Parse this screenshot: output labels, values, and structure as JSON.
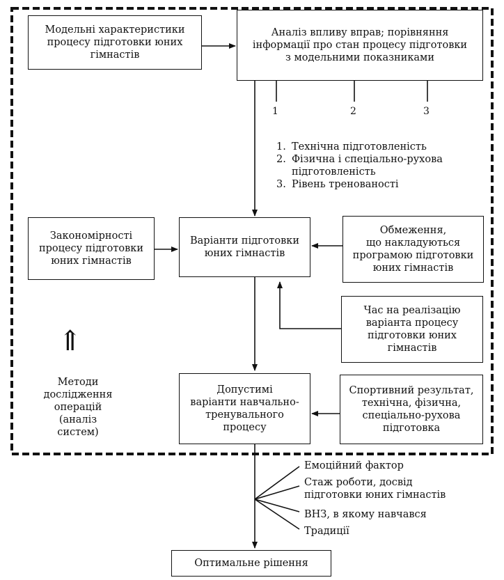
{
  "boxes": {
    "model_characteristics": [
      "Модельні характеристики",
      "процесу підготовки юних",
      "гімнастів"
    ],
    "analysis": [
      "Аналіз впливу вправ; порівняння",
      "інформації про стан процесу підготовки",
      "з модельними показниками"
    ],
    "regularities": [
      "Закономірності",
      "процесу підготовки",
      "юних гімнастів"
    ],
    "variants": [
      "Варіанти підготовки",
      "юних гімнастів"
    ],
    "restrictions": [
      "Обмеження,",
      "що накладуються",
      "програмою підготовки",
      "юних гімнастів"
    ],
    "time": [
      "Час на реалізацію",
      "варіанта процесу",
      "підготовки юних",
      "гімнастів"
    ],
    "admissible": [
      "Допустимі",
      "варіанти навчально-",
      "тренувального",
      "процесу"
    ],
    "sport_result": [
      "Спортивний результат,",
      "технічна, фізична,",
      "спеціально-рухова",
      "підготовка"
    ],
    "optimal": [
      "Оптимальне рішення"
    ]
  },
  "branch_numbers": [
    "1",
    "2",
    "3"
  ],
  "legend_list": [
    {
      "n": "1.",
      "lines": [
        "Технічна підготовленість"
      ]
    },
    {
      "n": "2.",
      "lines": [
        "Фізична і спеціально-рухова",
        "підготовленість"
      ]
    },
    {
      "n": "3.",
      "lines": [
        "Рівень тренованості"
      ]
    }
  ],
  "methods": [
    "Методи",
    "дослідження",
    "операцій",
    "(аналіз",
    "систем)"
  ],
  "up_arrow_symbol": "⇑",
  "factors": [
    [
      "Емоційний фактор"
    ],
    [
      "Стаж роботи, досвід",
      "підготовки юних гімнастів"
    ],
    [
      "ВНЗ, в якому навчався"
    ],
    [
      "Традиції"
    ]
  ]
}
